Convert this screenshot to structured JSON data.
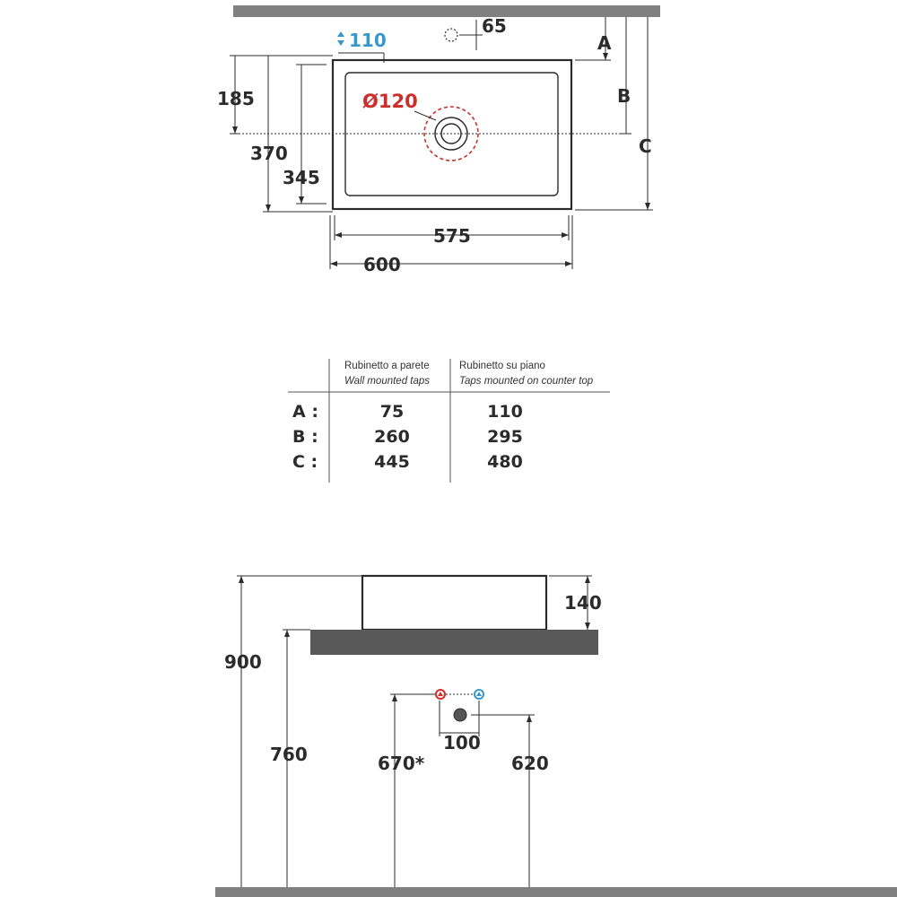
{
  "colors": {
    "line": "#2b2b2b",
    "wall_bar": "#808080",
    "counter_slab": "#595959",
    "hot": "#d62b2b",
    "cold": "#3a98c9",
    "drain_mark": "#c9302c"
  },
  "plan_view": {
    "tap_hole_label": "110",
    "overflow_label": "65",
    "drain_label": "Ø120",
    "dims": {
      "d185": "185",
      "d370": "370",
      "d345": "345",
      "d575": "575",
      "d600": "600",
      "A": "A",
      "B": "B",
      "C": "C"
    }
  },
  "table": {
    "col1_head_line1": "Rubinetto a parete",
    "col1_head_line2": "Wall mounted taps",
    "col2_head_line1": "Rubinetto su piano",
    "col2_head_line2": "Taps mounted on counter top",
    "rows": [
      {
        "key": "A :",
        "wall": "75",
        "counter": "110"
      },
      {
        "key": "B :",
        "wall": "260",
        "counter": "295"
      },
      {
        "key": "C :",
        "wall": "445",
        "counter": "480"
      }
    ]
  },
  "side_view": {
    "dims": {
      "d140": "140",
      "d900": "900",
      "d760": "760",
      "d670": "670*",
      "d100": "100",
      "d620": "620"
    }
  }
}
